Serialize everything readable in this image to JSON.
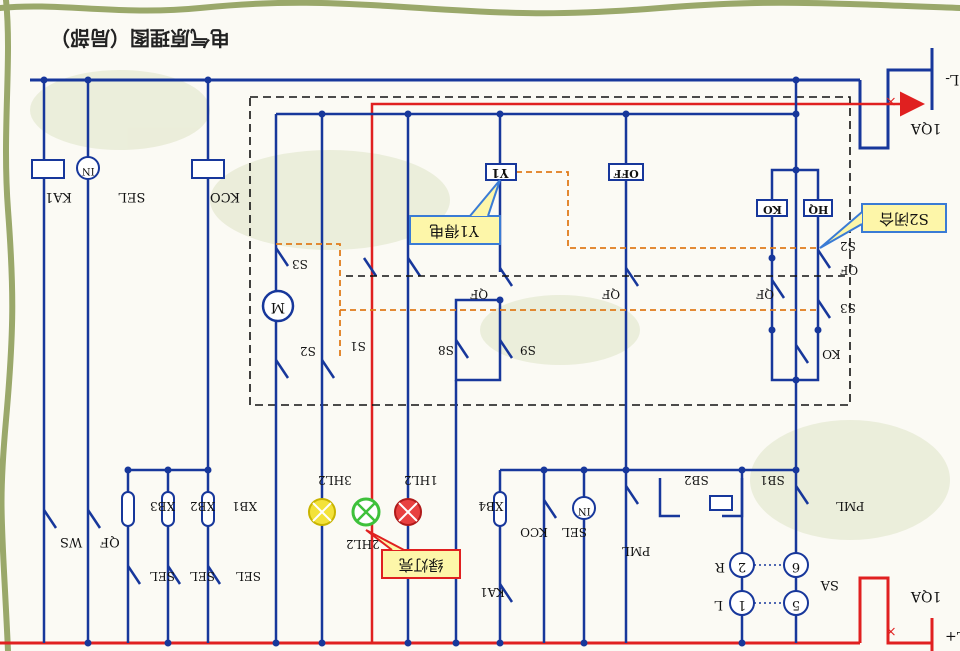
{
  "title": "电气原理图（局部）",
  "colors": {
    "wire_blue": "#17379b",
    "wire_red": "#e02020",
    "dashed_orange": "#e07b1a",
    "callout_fill": "#fdf6a9",
    "callout_border": "#3a7bd5",
    "lamp_yellow": "#f3e23a",
    "lamp_green": "#3ec13b",
    "lamp_red": "#e84040",
    "vine_green": "#9aa86a"
  },
  "supply": {
    "minus": "L-",
    "plus": "L+",
    "top_breaker": "1QA",
    "bottom_breaker": "1QA"
  },
  "relays": {
    "ka1": "KA1",
    "kco": "KCO",
    "sel": "SEL",
    "in": "IN"
  },
  "switches": {
    "ws": "WS",
    "qf": "QF",
    "sel1": "SEL",
    "sel2": "SEL",
    "sel3": "SEL",
    "xb1": "XB1",
    "xb2": "XB2",
    "xb3": "XB3"
  },
  "mechanism": {
    "s1": "S1",
    "s2": "S2",
    "s3": "S3",
    "m": "M",
    "y1": "Y1",
    "off": "OFF",
    "hq": "HQ",
    "ko_box": "KO",
    "ko_contact": "KO",
    "qf_a": "QF",
    "qf_b": "QF",
    "qf_c": "QF",
    "qf_d": "QF",
    "s8": "S8",
    "s9": "S9",
    "s2r": "S2",
    "s3r": "S3"
  },
  "lamps": {
    "hl3": "3HL2",
    "hl2": "2HL2",
    "hl1": "1HL2"
  },
  "lower": {
    "xb4": "XB4",
    "kco": "KCO",
    "sel": "SEL",
    "in": "IN",
    "ka1": "KA1",
    "pml_a": "PML",
    "pml_b": "PML",
    "sb1": "SB1",
    "sb2": "SB2",
    "sa": "SA",
    "r": "R",
    "l": "L",
    "n1": "1",
    "n2": "2",
    "n5": "5",
    "n6": "6"
  },
  "callouts": {
    "y1_energized": "Y1得电",
    "s2_closed": "S2闭合",
    "green_lamp_on": "绿灯亮"
  }
}
